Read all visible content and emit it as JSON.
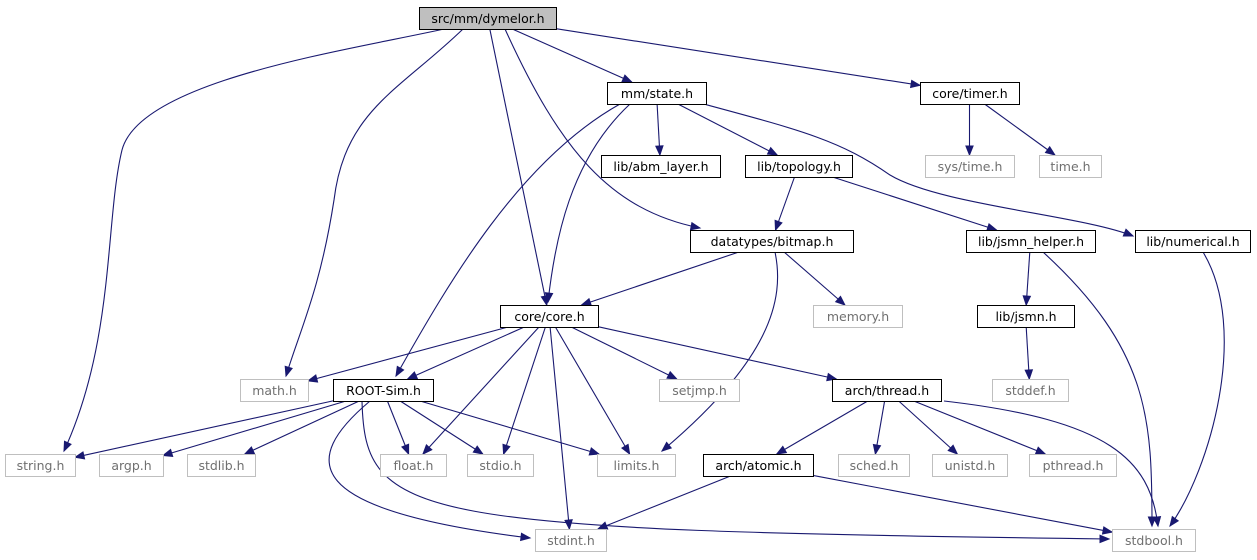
{
  "graph": {
    "colors": {
      "edge": "#191970",
      "root_fill": "#bfbfbf",
      "local_border": "#000000",
      "system_border": "#bfbfbf",
      "system_text": "#707070"
    },
    "nodes": [
      {
        "id": "dymelor",
        "label": "src/mm/dymelor.h",
        "kind": "root"
      },
      {
        "id": "state",
        "label": "mm/state.h",
        "kind": "local"
      },
      {
        "id": "timer",
        "label": "core/timer.h",
        "kind": "local"
      },
      {
        "id": "systime",
        "label": "sys/time.h",
        "kind": "system"
      },
      {
        "id": "timeh",
        "label": "time.h",
        "kind": "system"
      },
      {
        "id": "abm",
        "label": "lib/abm_layer.h",
        "kind": "local"
      },
      {
        "id": "topology",
        "label": "lib/topology.h",
        "kind": "local"
      },
      {
        "id": "bitmap",
        "label": "datatypes/bitmap.h",
        "kind": "local"
      },
      {
        "id": "jsmnhelper",
        "label": "lib/jsmn_helper.h",
        "kind": "local"
      },
      {
        "id": "numerical",
        "label": "lib/numerical.h",
        "kind": "local"
      },
      {
        "id": "core",
        "label": "core/core.h",
        "kind": "local"
      },
      {
        "id": "memory",
        "label": "memory.h",
        "kind": "system"
      },
      {
        "id": "jsmn",
        "label": "lib/jsmn.h",
        "kind": "local"
      },
      {
        "id": "math",
        "label": "math.h",
        "kind": "system"
      },
      {
        "id": "rootsim",
        "label": "ROOT-Sim.h",
        "kind": "local"
      },
      {
        "id": "setjmp",
        "label": "setjmp.h",
        "kind": "system"
      },
      {
        "id": "thread",
        "label": "arch/thread.h",
        "kind": "local"
      },
      {
        "id": "stddef",
        "label": "stddef.h",
        "kind": "system"
      },
      {
        "id": "string",
        "label": "string.h",
        "kind": "system"
      },
      {
        "id": "argp",
        "label": "argp.h",
        "kind": "system"
      },
      {
        "id": "stdlib",
        "label": "stdlib.h",
        "kind": "system"
      },
      {
        "id": "float",
        "label": "float.h",
        "kind": "system"
      },
      {
        "id": "stdio",
        "label": "stdio.h",
        "kind": "system"
      },
      {
        "id": "limits",
        "label": "limits.h",
        "kind": "system"
      },
      {
        "id": "atomic",
        "label": "arch/atomic.h",
        "kind": "local"
      },
      {
        "id": "sched",
        "label": "sched.h",
        "kind": "system"
      },
      {
        "id": "unistd",
        "label": "unistd.h",
        "kind": "system"
      },
      {
        "id": "pthread",
        "label": "pthread.h",
        "kind": "system"
      },
      {
        "id": "stdint",
        "label": "stdint.h",
        "kind": "system"
      },
      {
        "id": "stdbool",
        "label": "stdbool.h",
        "kind": "system"
      }
    ],
    "edges": [
      {
        "from": "dymelor",
        "to": "state"
      },
      {
        "from": "dymelor",
        "to": "timer"
      },
      {
        "from": "dymelor",
        "to": "string"
      },
      {
        "from": "dymelor",
        "to": "math"
      },
      {
        "from": "dymelor",
        "to": "core"
      },
      {
        "from": "dymelor",
        "to": "bitmap"
      },
      {
        "from": "state",
        "to": "abm"
      },
      {
        "from": "state",
        "to": "topology"
      },
      {
        "from": "state",
        "to": "numerical"
      },
      {
        "from": "state",
        "to": "core"
      },
      {
        "from": "state",
        "to": "rootsim"
      },
      {
        "from": "timer",
        "to": "systime"
      },
      {
        "from": "timer",
        "to": "timeh"
      },
      {
        "from": "topology",
        "to": "bitmap"
      },
      {
        "from": "topology",
        "to": "jsmnhelper"
      },
      {
        "from": "bitmap",
        "to": "core"
      },
      {
        "from": "bitmap",
        "to": "memory"
      },
      {
        "from": "bitmap",
        "to": "limits"
      },
      {
        "from": "jsmnhelper",
        "to": "jsmn"
      },
      {
        "from": "jsmnhelper",
        "to": "stdbool"
      },
      {
        "from": "numerical",
        "to": "stdbool"
      },
      {
        "from": "jsmn",
        "to": "stddef"
      },
      {
        "from": "core",
        "to": "math"
      },
      {
        "from": "core",
        "to": "rootsim"
      },
      {
        "from": "core",
        "to": "setjmp"
      },
      {
        "from": "core",
        "to": "thread"
      },
      {
        "from": "core",
        "to": "float"
      },
      {
        "from": "core",
        "to": "stdio"
      },
      {
        "from": "core",
        "to": "limits"
      },
      {
        "from": "core",
        "to": "stdint"
      },
      {
        "from": "rootsim",
        "to": "string"
      },
      {
        "from": "rootsim",
        "to": "argp"
      },
      {
        "from": "rootsim",
        "to": "stdlib"
      },
      {
        "from": "rootsim",
        "to": "float"
      },
      {
        "from": "rootsim",
        "to": "stdio"
      },
      {
        "from": "rootsim",
        "to": "limits"
      },
      {
        "from": "rootsim",
        "to": "stdint"
      },
      {
        "from": "rootsim",
        "to": "stdbool"
      },
      {
        "from": "thread",
        "to": "atomic"
      },
      {
        "from": "thread",
        "to": "sched"
      },
      {
        "from": "thread",
        "to": "unistd"
      },
      {
        "from": "thread",
        "to": "pthread"
      },
      {
        "from": "thread",
        "to": "stdbool"
      },
      {
        "from": "atomic",
        "to": "stdint"
      },
      {
        "from": "atomic",
        "to": "stdbool"
      }
    ]
  }
}
